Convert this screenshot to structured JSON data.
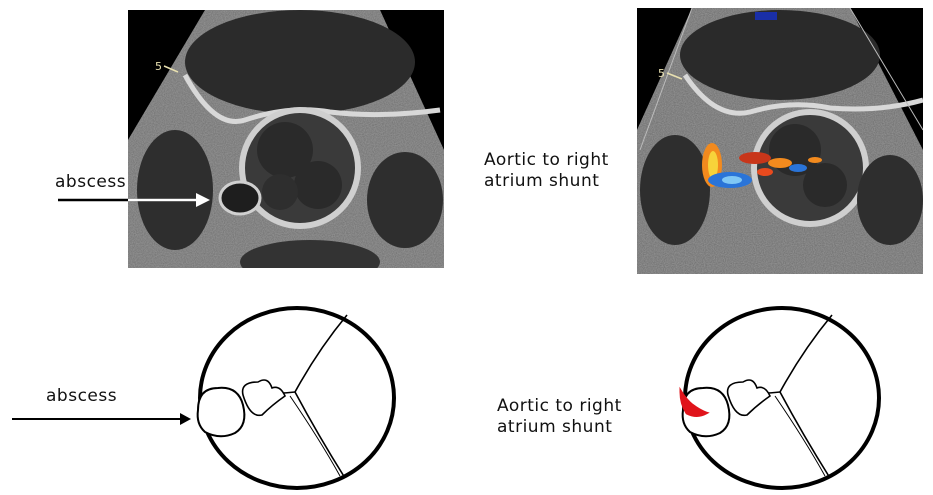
{
  "top_left": {
    "label": "abscess",
    "depth_marker": "5"
  },
  "top_right": {
    "label": "Aortic to right\natrium shunt",
    "depth_marker": "5"
  },
  "bottom_left": {
    "label": "abscess"
  },
  "bottom_right": {
    "label": "Aortic to right\natrium shunt"
  },
  "colors": {
    "echo_background": "#000000",
    "tissue": "#9a9a9a",
    "annotation_arrow": "#ffffff",
    "shunt_highlight": "#e0141b",
    "doppler_orange": "#f28a1e",
    "doppler_blue": "#2a74d8"
  }
}
